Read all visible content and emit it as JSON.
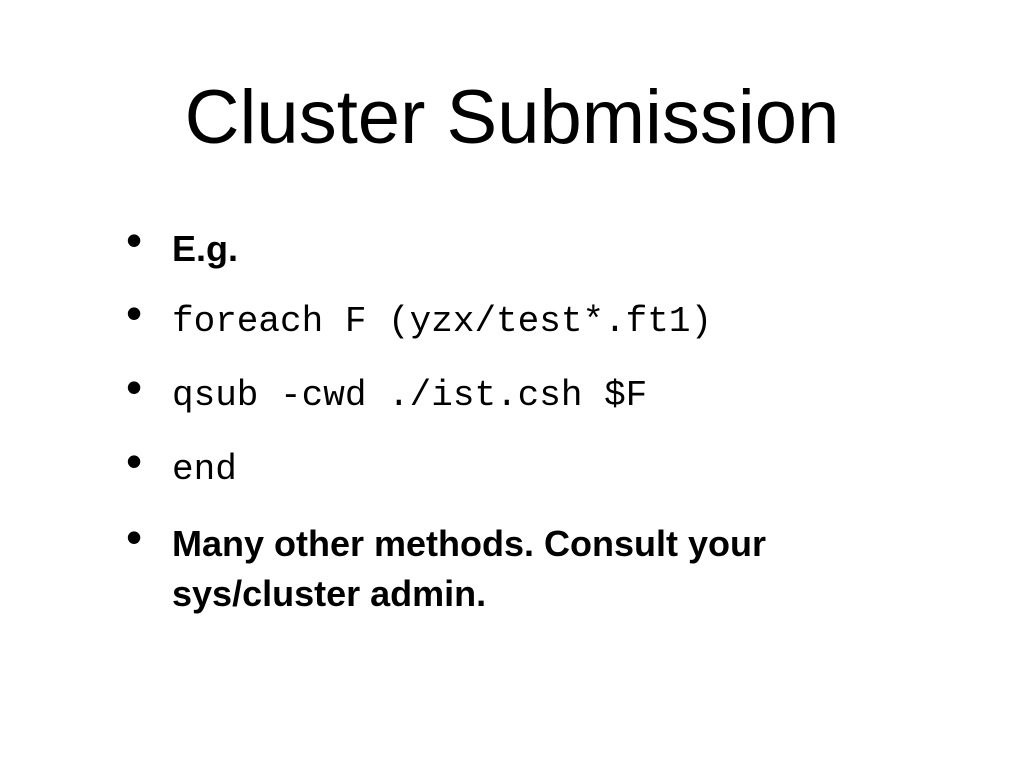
{
  "slide": {
    "title": "Cluster Submission",
    "bullet_char": "•",
    "bullets": [
      {
        "text": "E.g."
      },
      {
        "text": "foreach F (yzx/test*.ft1)"
      },
      {
        "text": "qsub -cwd ./ist.csh $F"
      },
      {
        "text": "end"
      },
      {
        "text": "Many other methods. Consult your sys/cluster admin."
      }
    ]
  }
}
